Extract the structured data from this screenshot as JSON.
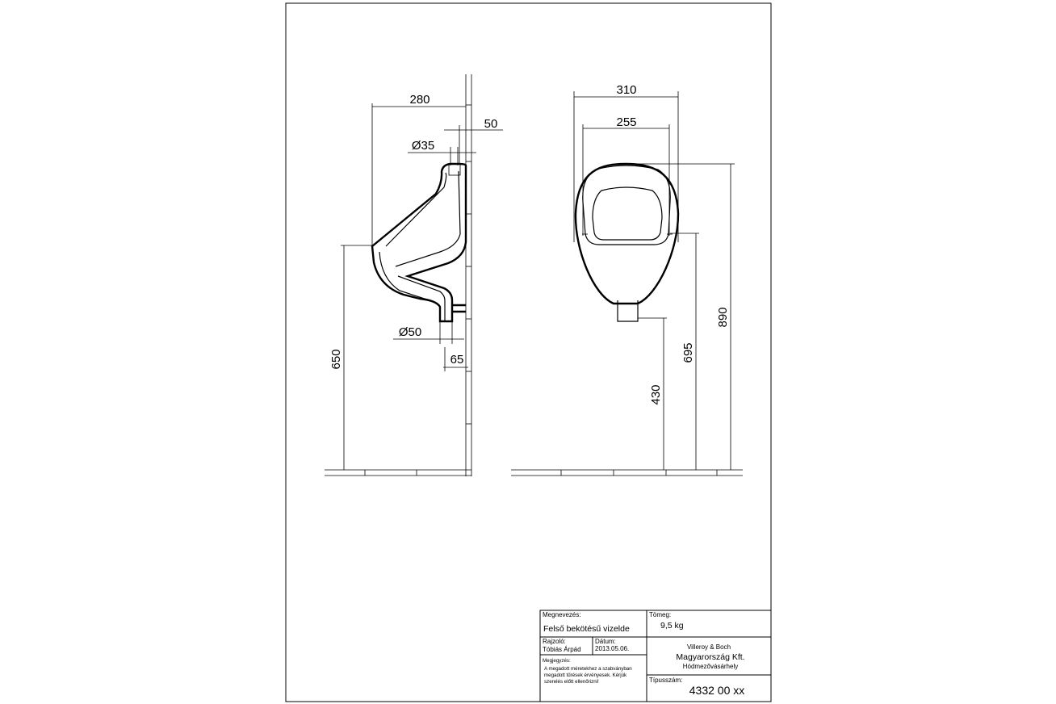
{
  "side_view": {
    "dims": {
      "depth": "280",
      "wall_gap": "50",
      "inlet_diameter": "Ø35",
      "outlet_diameter": "Ø50",
      "outlet_offset": "65",
      "rim_height": "650"
    }
  },
  "front_view": {
    "dims": {
      "outer_width": "310",
      "inner_width": "255",
      "outlet_height": "430",
      "bowl_height": "695",
      "top_height": "890"
    }
  },
  "title_block": {
    "name_label": "Megnevezés:",
    "name_value": "Felső bekötésű vizelde",
    "weight_label": "Tömeg:",
    "weight_value": "9,5 kg",
    "drawn_by_label": "Rajzoló:",
    "drawn_by_value": "Tóbiás Árpád",
    "date_label": "Dátum:",
    "date_value": "2013.05.06.",
    "notes_label": "Megjegyzés:",
    "notes_lines": [
      "A megadott méretekhez a szabványban",
      "megadott tűrések érvényesek. Kérjük",
      "szerelés előtt ellenőrizni!"
    ],
    "company_line1": "Villeroy  & Boch",
    "company_line2": "Magyarország Kft.",
    "company_line3": "Hódmezővásárhely",
    "type_label": "Típusszám:",
    "type_value": "4332 00 xx"
  }
}
